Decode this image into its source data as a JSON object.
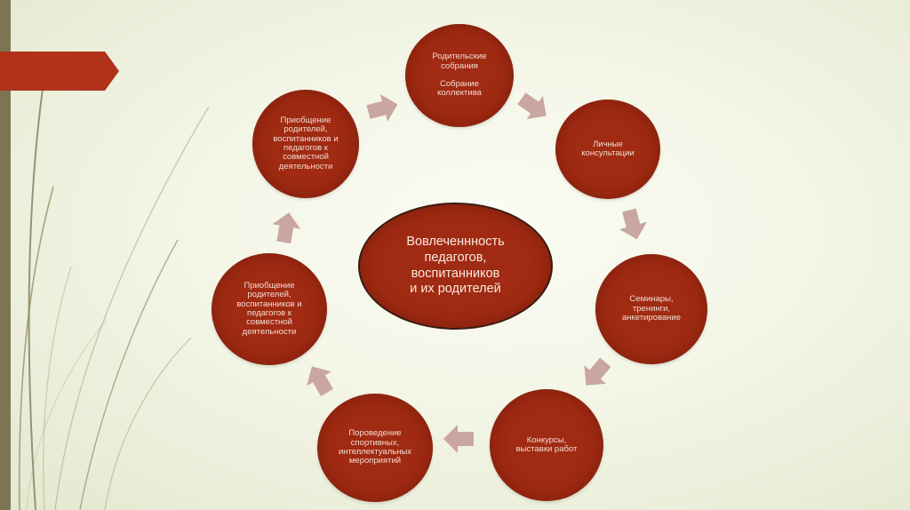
{
  "diagram": {
    "center_text": "Вовлеченнность\nпедагогов,\nвоспитанников\nи их родителей",
    "nodes": [
      {
        "id": "top",
        "lines": [
          "Родительские\nсобрания",
          "Собрание\nколлектива"
        ]
      },
      {
        "id": "right-upper",
        "lines": [
          "Личные\nконсультации"
        ]
      },
      {
        "id": "right",
        "lines": [
          "Семинары,\nтренинги,\nанкетирование"
        ]
      },
      {
        "id": "bottom-right",
        "lines": [
          "Конкурсы,\nвыставки работ"
        ]
      },
      {
        "id": "bottom-left",
        "lines": [
          "Пороведение\nспортивных,\nинтеллектуальных\nмероприятий"
        ]
      },
      {
        "id": "left",
        "lines": [
          "Приобщение\nродителей,\nвоспитанников и\nпедагогов к\nсовместной\nдеятельности"
        ]
      },
      {
        "id": "left-upper",
        "lines": [
          "Приобщение\nродителей,\nвоспитанников и\nпедагогов к\nсовместной\nдеятельности"
        ]
      }
    ],
    "colors": {
      "node_fill": "#a02a12",
      "arrow_fill": "#c9a6a0",
      "banner": "#b0321a",
      "left_bar": "#7d7452",
      "background": "#f3f5e6"
    }
  }
}
